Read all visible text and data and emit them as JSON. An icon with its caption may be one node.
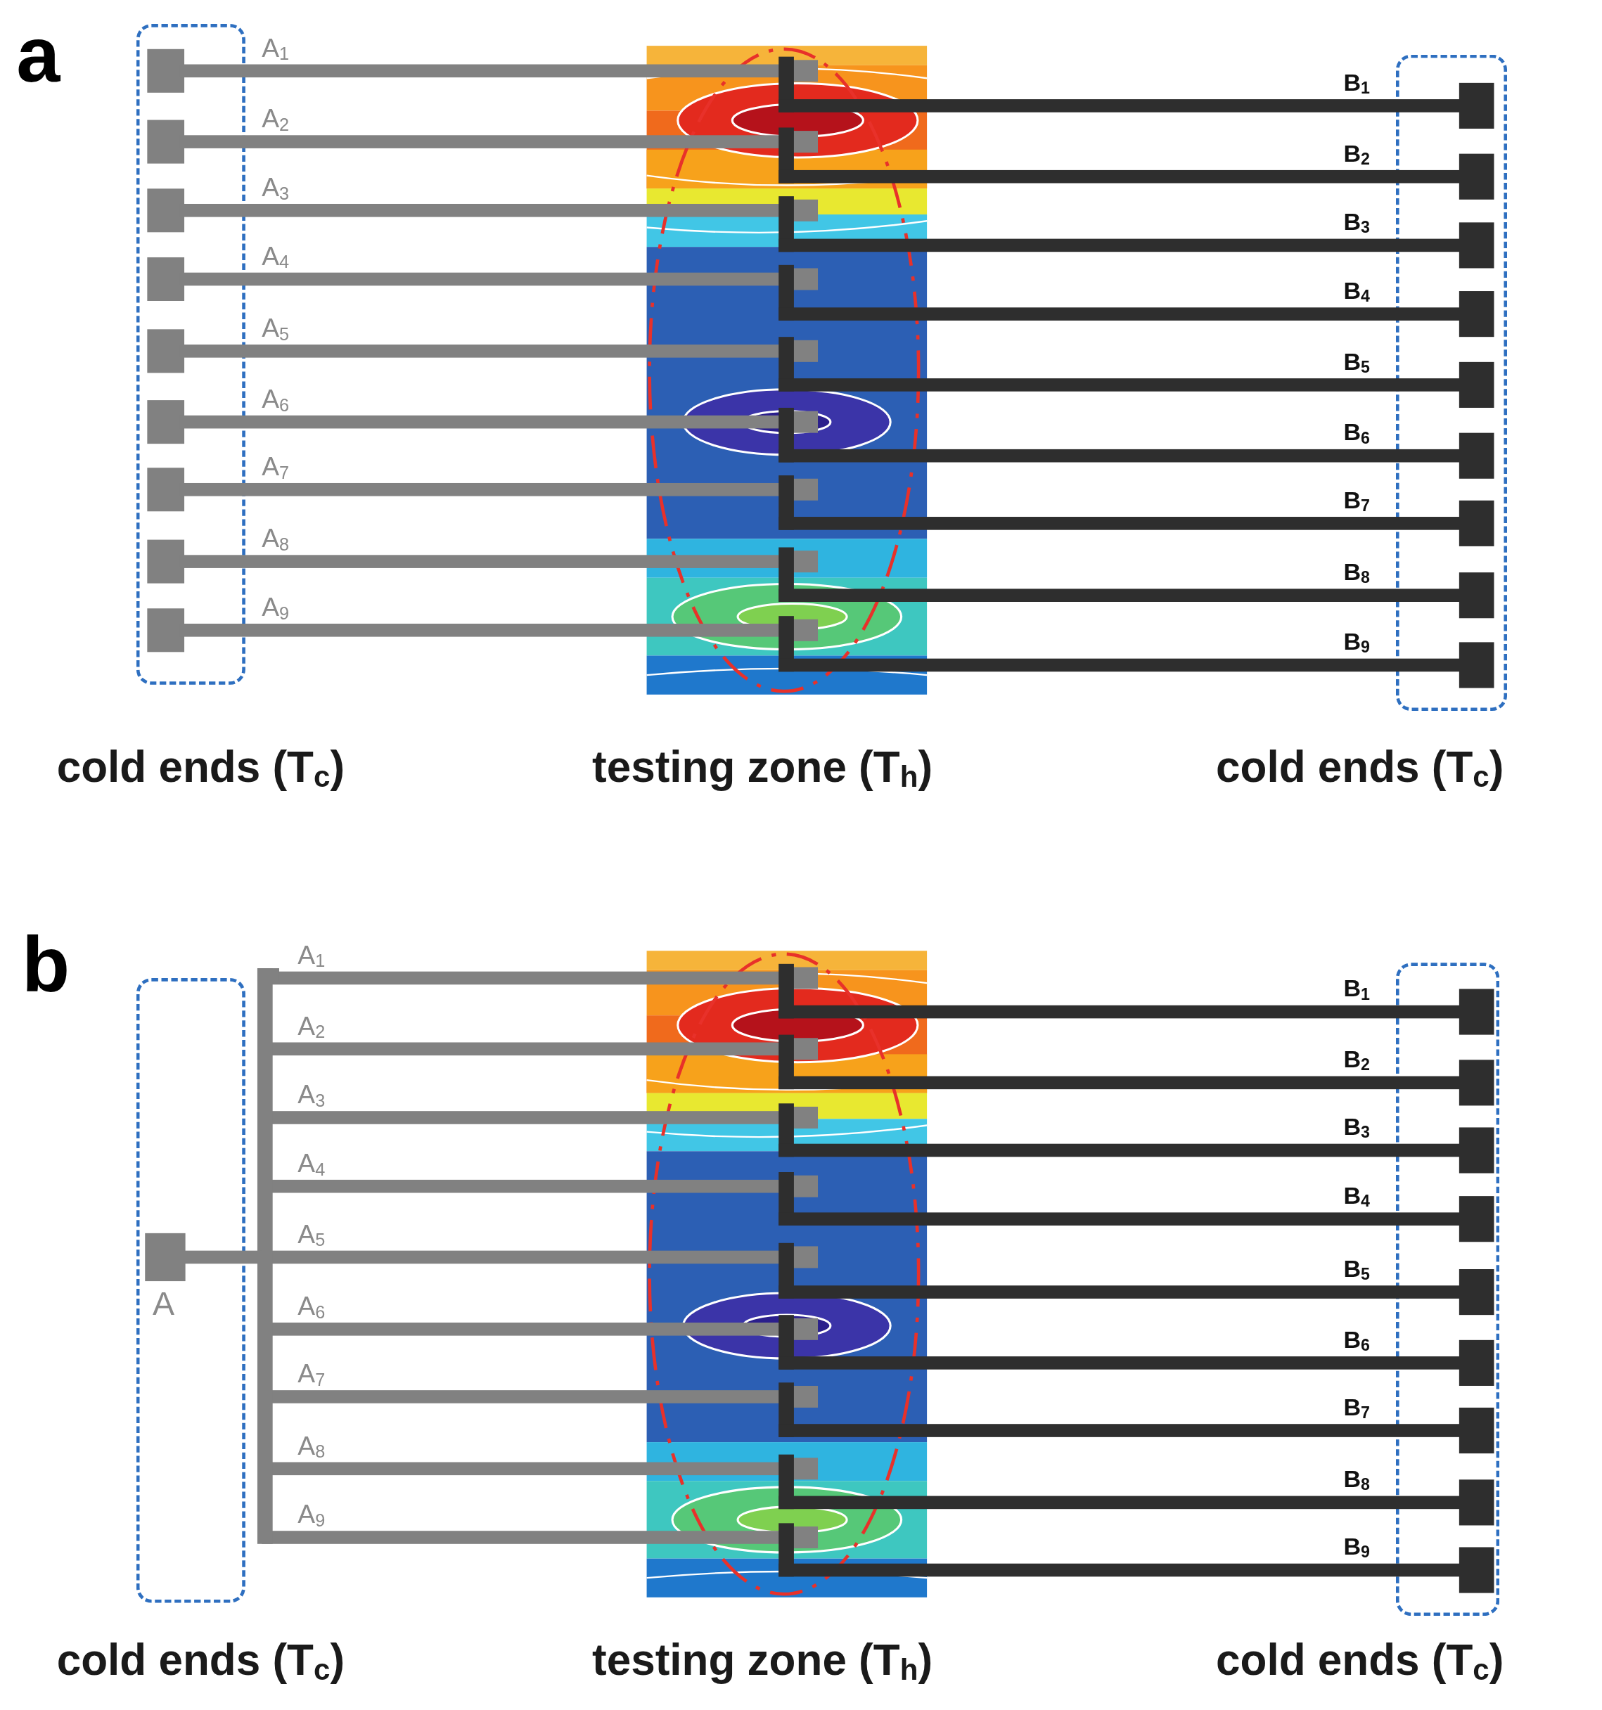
{
  "diagram": {
    "nodes": [
      {
        "text": [],
        "shape": "box"
      },
      {
        "text": [],
        "shape": "box"
      },
      {
        "text": [],
        "shape": "box"
      },
      {
        "text": [],
        "shape": "box"
      }
    ],
    "labels": [
      "a",
      "A$_{1}$",
      "B$_{1}$",
      "A$_{2}$",
      "B$_{2}$",
      "A$_{3}$",
      "B$_{3}$",
      "A$_{4}$",
      "B$_{4}$",
      "A$_{5}$",
      "B$_{5}$",
      "A$_{6}$",
      "B$_{6}$",
      "A$_{7}$",
      "B$_{7}$",
      "A$_{8}$",
      "B$_{8}$",
      "A$_{9}$",
      "B$_{9}$",
      "cold ends (T$_{c}$)",
      "testing zone (T$_{h}$)",
      "cold ends (T$_{c}$)",
      "b",
      "A$_{1}$",
      "B$_{1}$",
      "A$_{2}$",
      "B$_{2}$",
      "A$_{3}$",
      "B$_{3}$",
      "A$_{4}$",
      "B$_{4}$",
      "A$_{5}$",
      "B$_{5}$",
      "A",
      "A$_{6}$",
      "B$_{6}$",
      "A$_{7}$",
      "B$_{7}$",
      "A$_{8}$",
      "B$_{8}$",
      "A$_{9}$",
      "B$_{9}$",
      "cold ends (T$_{c}$)",
      "testing zone (T$_{h}$)",
      "cold ends (T$_{c}$)"
    ]
  }
}
